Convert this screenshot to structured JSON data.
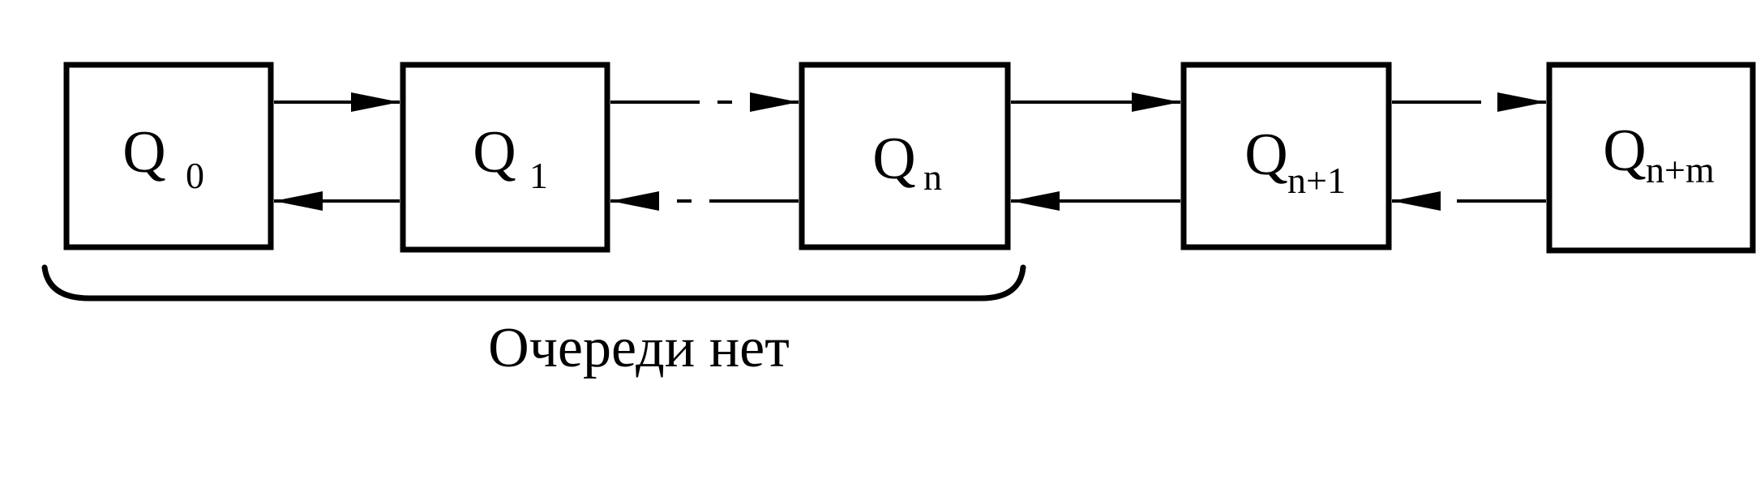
{
  "diagram": {
    "states": [
      {
        "main": "Q",
        "sub": "0"
      },
      {
        "main": "Q",
        "sub": "1"
      },
      {
        "main": "Q",
        "sub": "n"
      },
      {
        "main": "Q",
        "sub": "n+1"
      },
      {
        "main": "Q",
        "sub": "n+m"
      }
    ],
    "group_label": "Очереди нет",
    "colors": {
      "stroke": "#000000",
      "background": "#ffffff"
    }
  }
}
